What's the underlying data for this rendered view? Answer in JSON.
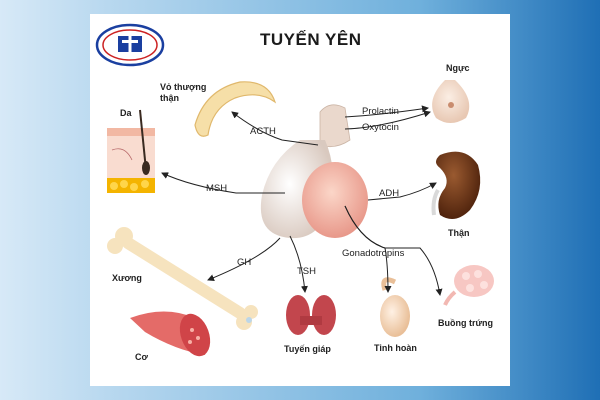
{
  "title": "TUYẾN YÊN",
  "hormones": {
    "acth": "ACTH",
    "prolactin": "Prolactin",
    "oxytocin": "Oxytocin",
    "msh": "MSH",
    "adh": "ADH",
    "gh": "GH",
    "tsh": "TSH",
    "gonadotropins": "Gonadotropins"
  },
  "organs": {
    "adrenal": "Vỏ thượng thận",
    "skin": "Da",
    "breast": "Ngực",
    "kidney": "Thận",
    "bone": "Xương",
    "muscle": "Cơ",
    "thyroid": "Tuyến giáp",
    "testis": "Tinh hoàn",
    "ovary": "Buồng trứng"
  },
  "colors": {
    "pituitary": "#efe3dc",
    "pituitary_posterior": "#f4b9a8",
    "kidney": "#6e3417",
    "thyroid": "#c2464d",
    "muscle": "#d9565a",
    "skin_fat": "#f4b400",
    "logo_blue": "#1a3fa0",
    "logo_red": "#cc2222"
  },
  "icons": [
    "logo-emblem-icon"
  ]
}
